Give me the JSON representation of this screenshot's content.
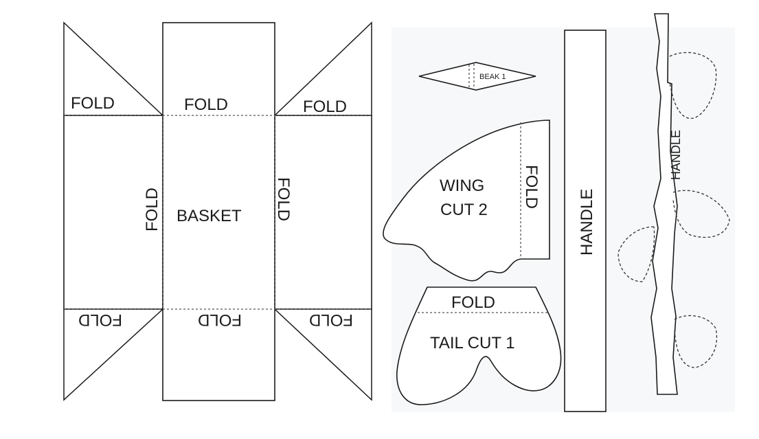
{
  "labels": {
    "fold": "FOLD",
    "basket": "BASKET",
    "beak": "BEAK 1",
    "wing": [
      "WING",
      "CUT 2"
    ],
    "tail": "TAIL CUT 1",
    "handle": "HANDLE"
  },
  "colors": {
    "line": "#1a1a1a",
    "paper": "#ffffff",
    "fold_line": "#555555"
  }
}
